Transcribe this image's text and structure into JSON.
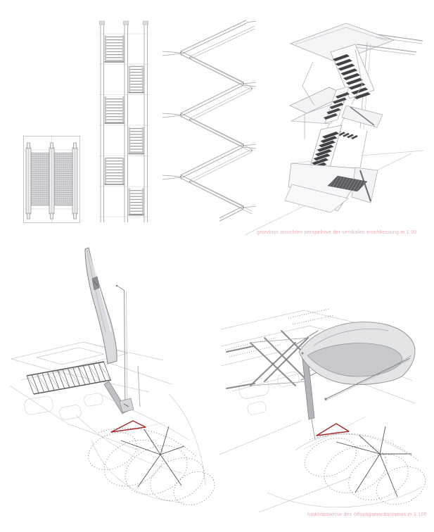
{
  "sheet": {
    "background": "#ffffff",
    "type": "architectural drawing sheet"
  },
  "captions": {
    "top": "grundriss ansichten perspektive der vertikalen erschliessung m 1:50",
    "bottom": "funktionsweise des öffnungsmechanismus m 1:100"
  },
  "colors": {
    "accent_red": "#a5282c",
    "caption_pink": "#e8aeb5",
    "line_light": "#c9cbce",
    "line_mid": "#94969a",
    "tread_dark": "#3f4145",
    "fill_gray": "#dcdee0"
  },
  "figures": [
    {
      "id": "stair-plan",
      "label": "plan of scissor stair"
    },
    {
      "id": "stair-elevation",
      "label": "elevation of scissor stair"
    },
    {
      "id": "stair-section-zigzag",
      "label": "section zigzag of scissor stair"
    },
    {
      "id": "stair-axonometric",
      "label": "axonometric of scissor stair"
    },
    {
      "id": "mechanism-deployed",
      "label": "opening mechanism deployed with curved mast"
    },
    {
      "id": "mechanism-folded",
      "label": "opening mechanism folded with shell"
    }
  ]
}
